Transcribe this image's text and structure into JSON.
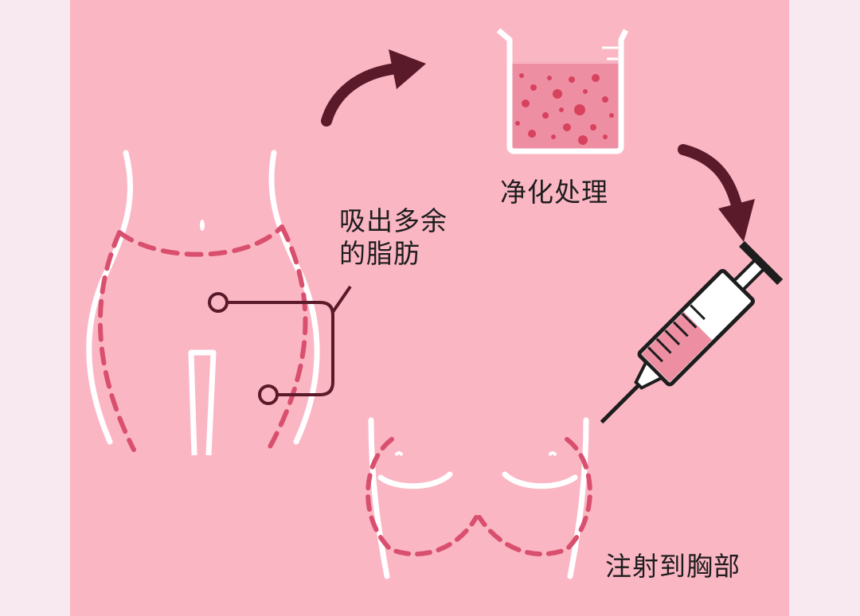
{
  "labels": {
    "fat_extraction": [
      "吸出多余",
      "的脂肪"
    ],
    "purification": "净化处理",
    "injection": "注射到胸部"
  },
  "colors": {
    "background": "#fbb6c4",
    "outer_margin": "#f7e9ef",
    "outline": "#ffffff",
    "dashed_line": "#d9506e",
    "arrow": "#5a1a2a",
    "liquid": "#ee8ea2",
    "droplet": "#d7425f"
  },
  "icons": [
    "body-outline",
    "beaker-icon",
    "syringe-icon",
    "chest-outline",
    "curved-arrow-icon"
  ]
}
